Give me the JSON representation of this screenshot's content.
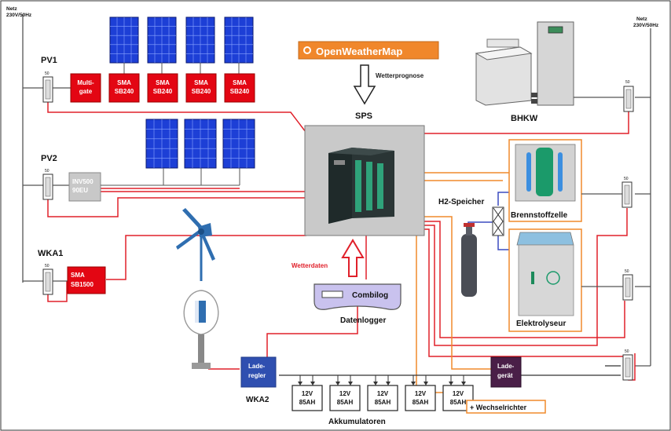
{
  "grid": {
    "left_label": "Netz\n230V/50Hz",
    "right_label": "Netz\n230V/50Hz"
  },
  "meters": {
    "label": "50"
  },
  "pv1": {
    "title": "PV1",
    "multigate": "Multi-\ngate",
    "inverters": [
      "SMA\nSB240",
      "SMA\nSB240",
      "SMA\nSB240",
      "SMA\nSB240"
    ]
  },
  "pv2": {
    "title": "PV2",
    "inverter": "INV500\n90EU"
  },
  "wka1": {
    "title": "WKA1",
    "inverter": "SMA\nSB1500"
  },
  "weather": {
    "provider": "OpenWeatherMap",
    "forecast": "Wetterprognose",
    "weather_data": "Wetterdaten"
  },
  "sps": {
    "label": "SPS"
  },
  "logger": {
    "combilog": "Combilog",
    "caption": "Datenlogger"
  },
  "bhkw": {
    "label": "BHKW"
  },
  "h2": {
    "storage": "H2-Speicher",
    "fuel_cell": "Brennstoffzelle",
    "electrolyser": "Elektrolyseur"
  },
  "wka2": {
    "charge_controller": "Lade-\nregler",
    "title": "WKA2"
  },
  "batteries": {
    "cells": [
      "12V\n85AH",
      "12V\n85AH",
      "12V\n85AH",
      "12V\n85AH",
      "12V\n85AH"
    ],
    "caption": "Akkumulatoren"
  },
  "charger": {
    "label": "Lade-\ngerät"
  },
  "inverter_bat": {
    "label": "+ Wechselrichter"
  },
  "colors": {
    "red_line": "#e0202a",
    "orange_line": "#f08a2c",
    "blue_line": "#3b4cc0",
    "inverter_red": "#e30613",
    "charge_blue": "#2f4fb0",
    "charger_purple": "#4a1f48",
    "logger_fill": "#c9c2ee"
  }
}
